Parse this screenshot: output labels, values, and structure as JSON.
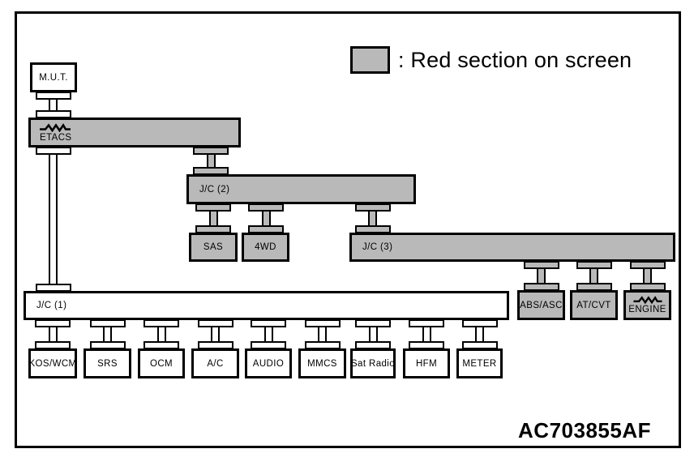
{
  "legend": {
    "label": ": Red section on screen",
    "swatch_color": "#b9b9b9"
  },
  "figure_code": "AC703855AF",
  "diagram": {
    "mut": "M.U.T.",
    "etacs": "ETACS",
    "jc1": "J/C (1)",
    "jc2": "J/C (2)",
    "jc3": "J/C (3)",
    "sas": "SAS",
    "four_wd": "4WD",
    "abs_asc": "ABS/ASC",
    "at_cvt": "AT/CVT",
    "engine": "ENGINE",
    "bottom_nodes": [
      "KOS/WCM",
      "SRS",
      "OCM",
      "A/C",
      "AUDIO",
      "MMCS",
      "Sat Radio",
      "HFM",
      "METER"
    ]
  },
  "icons": {
    "termination_resistor": "resistor-zigzag-icon"
  },
  "colors": {
    "section_gray": "#b9b9b9",
    "line": "#000000",
    "background": "#ffffff"
  }
}
